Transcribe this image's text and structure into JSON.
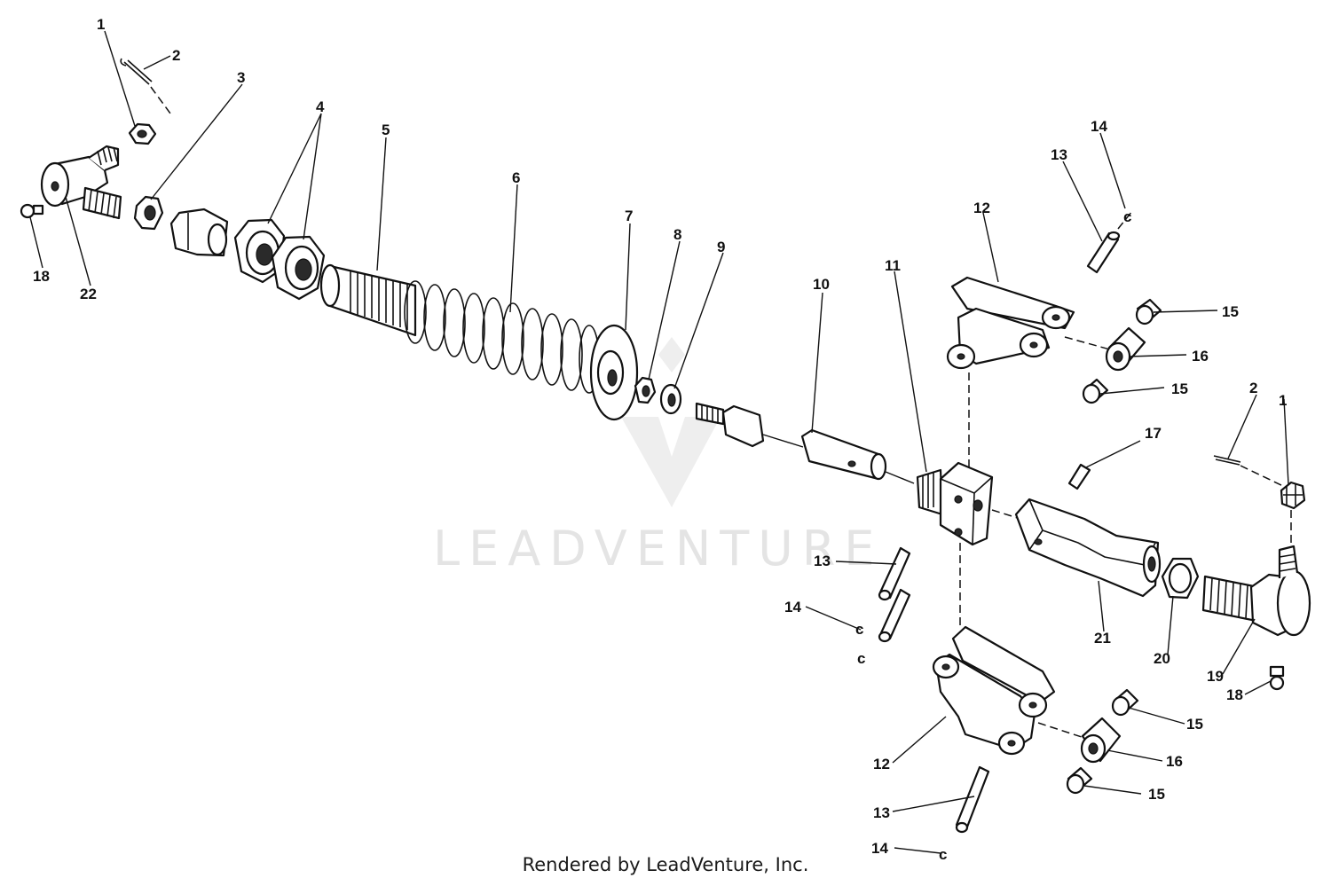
{
  "watermark": {
    "brand": "LEADVENTURE"
  },
  "footer": {
    "text": "Rendered by LeadVenture, Inc."
  },
  "callouts": {
    "c1a": "1",
    "c2a": "2",
    "c3": "3",
    "c4": "4",
    "c5": "5",
    "c6": "6",
    "c7": "7",
    "c8": "8",
    "c9": "9",
    "c10": "10",
    "c11": "11",
    "c12a": "12",
    "c13a": "13",
    "c14a": "14",
    "c15a": "15",
    "c16a": "16",
    "c15b": "15",
    "c2b": "2",
    "c1b": "1",
    "c17": "17",
    "c13b": "13",
    "c14b": "14",
    "c21": "21",
    "c20": "20",
    "c19": "19",
    "c18b": "18",
    "c12b": "12",
    "c15c": "15",
    "c16b": "16",
    "c15d": "15",
    "c13c": "13",
    "c14c": "14",
    "c18a": "18",
    "c22": "22"
  }
}
